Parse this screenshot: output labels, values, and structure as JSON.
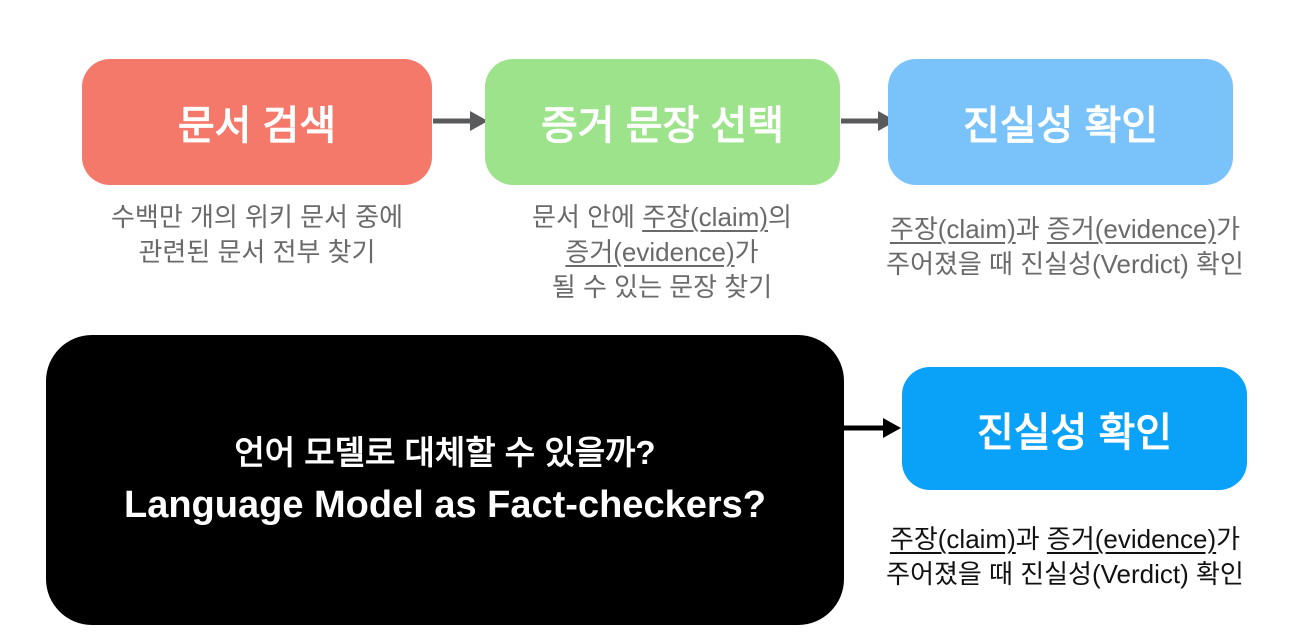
{
  "top_row": {
    "steps": [
      {
        "title": "문서 검색",
        "color": "#f5796b",
        "desc": {
          "line1": "수백만 개의 위키 문서 중에",
          "line2": "관련된 문서 전부 찾기"
        }
      },
      {
        "title": "증거 문장 선택",
        "color": "#9de38b",
        "desc": {
          "line1_pre": "문서 안에 ",
          "line1_underline": "주장(claim)",
          "line1_post": "의",
          "line2_underline": "증거(evidence)",
          "line2_post": "가",
          "line3": "될 수 있는 문장 찾기"
        }
      },
      {
        "title": "진실성 확인",
        "color": "#79c3fa",
        "desc": {
          "line1_underline1": "주장(claim)",
          "line1_mid": "과 ",
          "line1_underline2": "증거(evidence)",
          "line1_post": "가",
          "line2": "주어졌을 때 진실성(Verdict) 확인"
        }
      }
    ]
  },
  "bottom_row": {
    "question_box": {
      "line1_korean": "언어 모델로 대체할 수 있을까?",
      "line2_english": "Language Model as Fact-checkers?",
      "color": "#000000",
      "text_color": "#ffffff"
    },
    "verdict_box": {
      "title": "진실성 확인",
      "color": "#0aa1f8",
      "desc": {
        "line1_underline1": "주장(claim)",
        "line1_mid": "과 ",
        "line1_underline2": "증거(evidence)",
        "line1_post": "가",
        "line2": "주어졌을 때 진실성(Verdict) 확인"
      }
    }
  },
  "colors": {
    "background": "#ffffff",
    "arrow_gray": "#595a5c",
    "arrow_black": "#000000",
    "desc_gray": "#6a6a6a",
    "desc_black": "#111111",
    "box_text": "#ffffff"
  }
}
